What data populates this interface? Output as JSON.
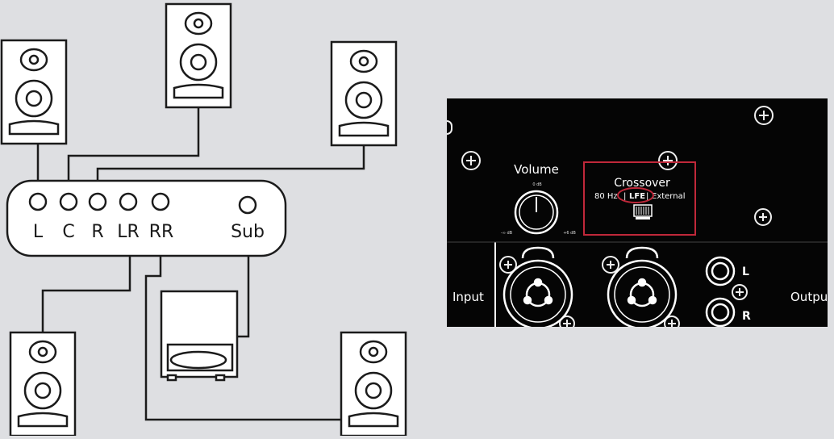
{
  "receiver": {
    "channels": [
      "L",
      "C",
      "R",
      "LR",
      "RR"
    ],
    "sub_label": "Sub"
  },
  "panel": {
    "volume_label": "Volume",
    "volume_min": "-∞ dB",
    "volume_mid": "0 dB",
    "volume_max": "+6 dB",
    "crossover_label": "Crossover",
    "crossover_opt1": "80 Hz",
    "crossover_sep1": "|",
    "crossover_opt2": "LFE",
    "crossover_sep2": "|",
    "crossover_opt3": "External",
    "input_label": "Input",
    "output_label": "Output",
    "jack_l": "L",
    "jack_r": "R",
    "highlight_color": "#c0283a"
  }
}
